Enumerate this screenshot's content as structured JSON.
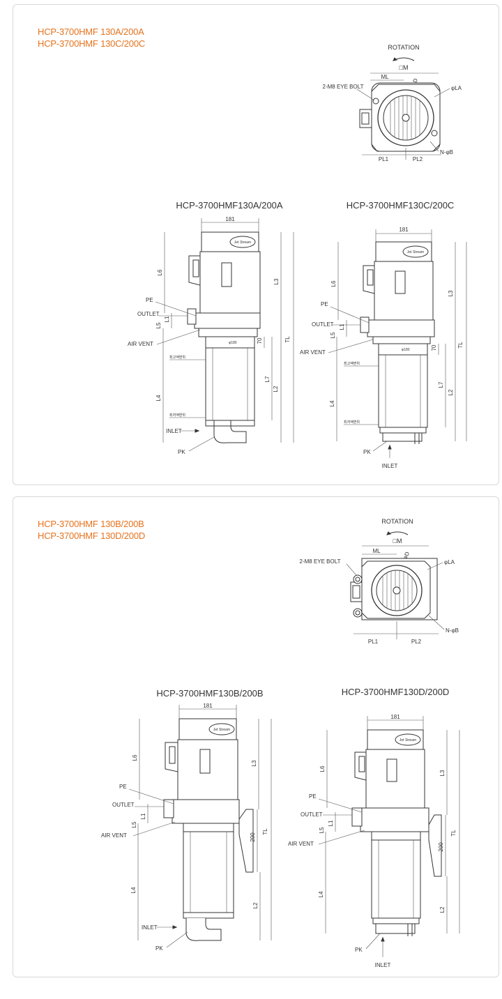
{
  "panels": [
    {
      "models": [
        "HCP-3700HMF 130A/200A",
        "HCP-3700HMF 130C/200C"
      ],
      "top_view": {
        "rotation": "ROTATION",
        "dims": [
          "□M",
          "ML",
          "φD",
          "φLA",
          "N-φB",
          "PL1",
          "PL2"
        ],
        "eye_bolt": "2-M8 EYE BOLT"
      },
      "left": {
        "title": "HCP-3700HMF130A/200A",
        "width": "181",
        "left_dims": [
          "L6",
          "L1",
          "L5",
          "L4"
        ],
        "right_dims": [
          "L3",
          "TL",
          "70",
          "L7",
          "L2"
        ],
        "callouts": [
          "PE",
          "OUTLET",
          "AIR VENT",
          "PK",
          "INLET"
        ],
        "flange": "φ180",
        "levels": [
          "최고액면위",
          "최저액면위"
        ]
      },
      "right": {
        "title": "HCP-3700HMF130C/200C",
        "width": "181",
        "left_dims": [
          "L6",
          "L1",
          "L5",
          "L4"
        ],
        "right_dims": [
          "L3",
          "TL",
          "70",
          "L7",
          "L2"
        ],
        "callouts": [
          "PE",
          "OUTLET",
          "AIR VENT",
          "PK",
          "INLET"
        ],
        "flange": "φ180",
        "levels": [
          "최고액면위",
          "최저액면위"
        ]
      }
    },
    {
      "models": [
        "HCP-3700HMF 130B/200B",
        "HCP-3700HMF 130D/200D"
      ],
      "top_view": {
        "rotation": "ROTATION",
        "dims": [
          "□M",
          "ML",
          "φD",
          "φLA",
          "N-φB",
          "PL1",
          "PL2"
        ],
        "eye_bolt": "2-M8 EYE BOLT"
      },
      "left": {
        "title": "HCP-3700HMF130B/200B",
        "width": "181",
        "left_dims": [
          "L6",
          "L1",
          "L5",
          "L4"
        ],
        "right_dims": [
          "L3",
          "TL",
          "200",
          "L2"
        ],
        "callouts": [
          "PE",
          "OUTLET",
          "AIR VENT",
          "PK",
          "INLET"
        ]
      },
      "right": {
        "title": "HCP-3700HMF130D/200D",
        "width": "181",
        "left_dims": [
          "L6",
          "L1",
          "L5",
          "L4"
        ],
        "right_dims": [
          "L3",
          "TL",
          "200",
          "L2"
        ],
        "callouts": [
          "PE",
          "OUTLET",
          "AIR VENT",
          "PK",
          "INLET"
        ]
      }
    }
  ],
  "nameplate": "Jet Stream",
  "colors": {
    "model_text": "#e5731e",
    "line": "#333333",
    "border": "#d8d8d8"
  }
}
